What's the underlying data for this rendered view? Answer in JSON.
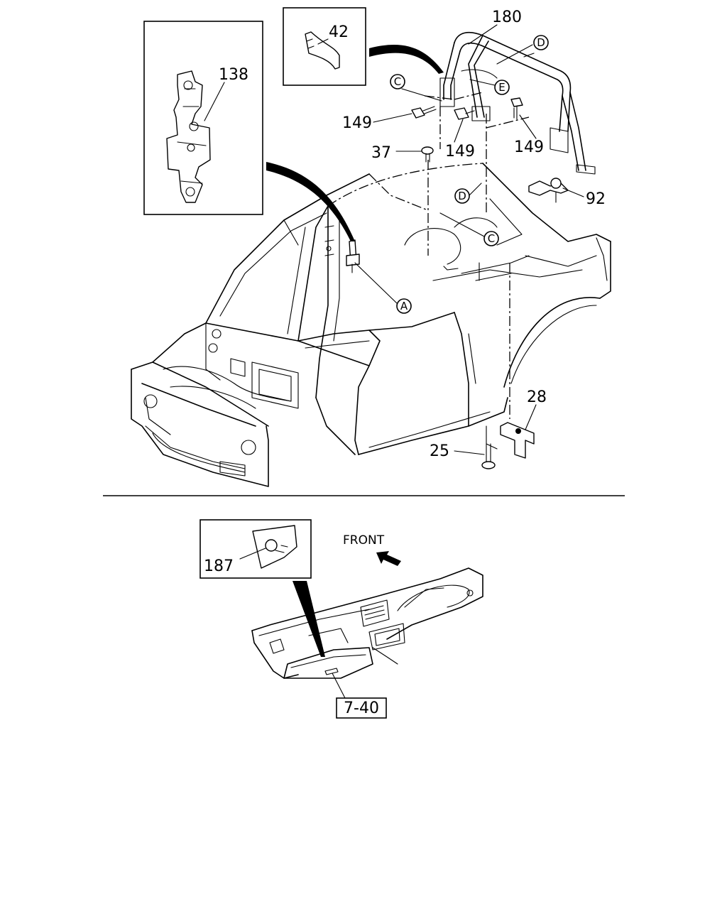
{
  "part_numbers": {
    "p180": "180",
    "p42": "42",
    "p138": "138",
    "p149a": "149",
    "p149b": "149",
    "p149c": "149",
    "p37": "37",
    "p92": "92",
    "p28": "28",
    "p25": "25",
    "p187": "187",
    "ref740": "7-40"
  },
  "reference_markers": {
    "A": "A",
    "C1": "C",
    "C2": "C",
    "D1": "D",
    "D2": "D",
    "E": "E"
  },
  "direction_label": "FRONT"
}
